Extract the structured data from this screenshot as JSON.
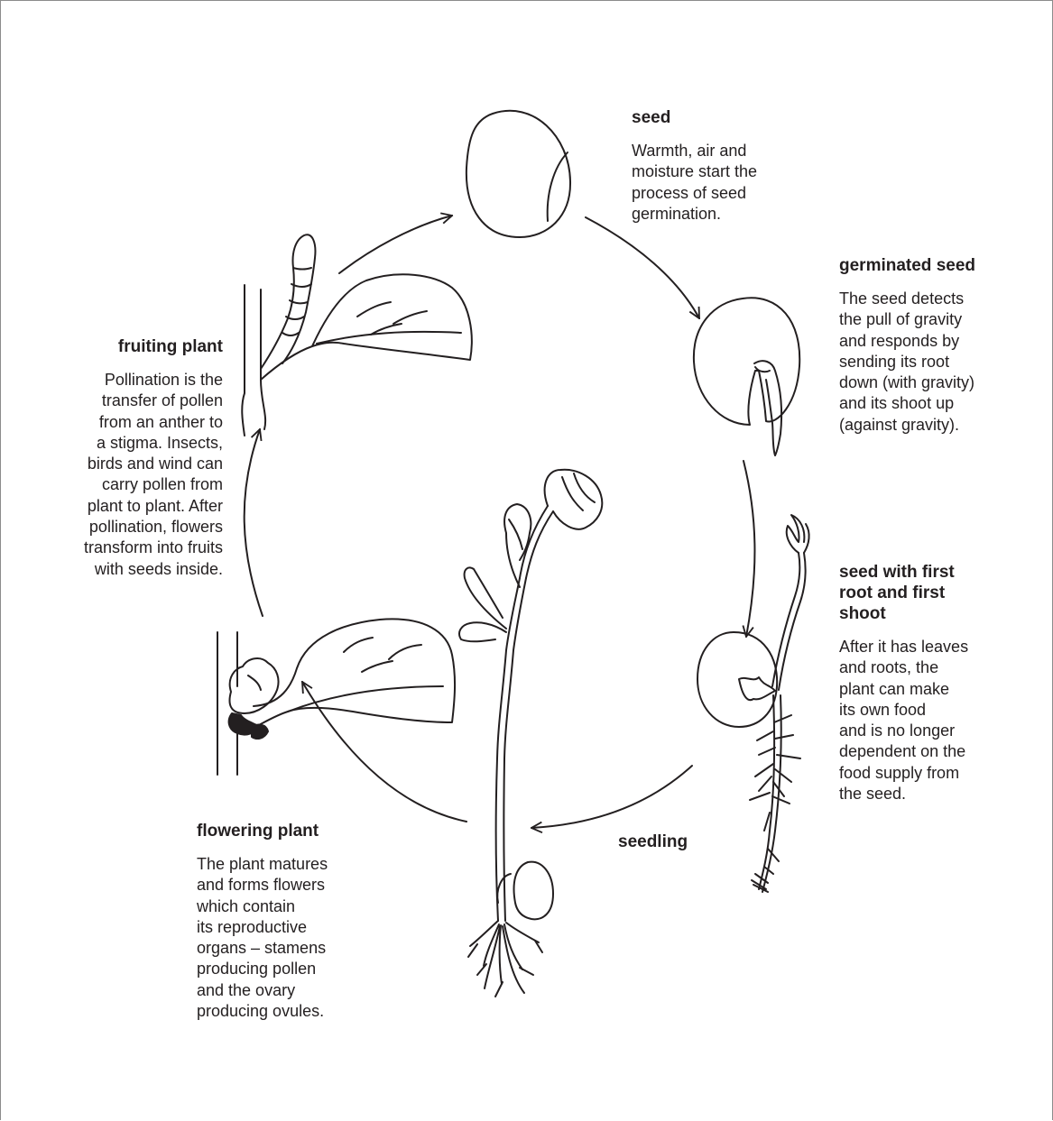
{
  "stages": {
    "seed": {
      "title": "seed",
      "text": "Warmth, air and\nmoisture start the\nprocess of seed\ngermination."
    },
    "germinated_seed": {
      "title": "germinated seed",
      "text": "The seed detects\nthe pull of gravity\nand responds by\nsending its root\ndown (with gravity)\nand its shoot up\n(against gravity)."
    },
    "first_root_shoot": {
      "title": "seed with first\nroot and first\nshoot",
      "text": "After it has leaves\nand roots, the\nplant can make\nits own food\nand is no longer\ndependent on the\nfood supply from\nthe seed."
    },
    "seedling": {
      "title": "seedling"
    },
    "flowering_plant": {
      "title": "flowering plant",
      "text": "The plant matures\nand forms flowers\nwhich contain\nits reproductive\norgans – stamens\nproducing pollen\nand the ovary\nproducing ovules."
    },
    "fruiting_plant": {
      "title": "fruiting plant",
      "text": "Pollination is the\ntransfer of pollen\nfrom an anther to\na stigma. Insects,\nbirds  and wind can\ncarry pollen from\nplant to plant. After\npollination, flowers\ntransform into fruits\nwith seeds inside."
    }
  },
  "colors": {
    "line": "#231f20",
    "frame": "#8c8c8c"
  }
}
